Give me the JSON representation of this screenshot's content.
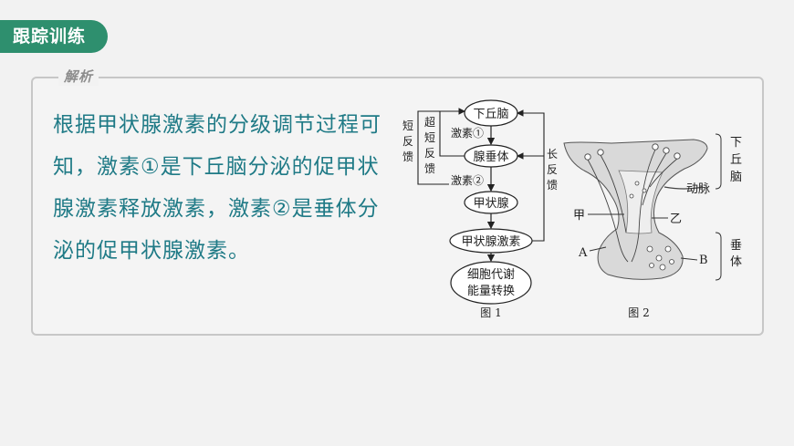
{
  "header": {
    "tag_label": "跟踪训练"
  },
  "panel": {
    "label": "解析",
    "explanation": "根据甲状腺激素的分级调节过程可知，激素①是下丘脑分泌的促甲状腺激素释放激素，激素②是垂体分泌的促甲状腺激素。"
  },
  "figure1": {
    "caption": "图 1",
    "nodes": {
      "hypothalamus": "下丘脑",
      "pituitary": "腺垂体",
      "thyroid": "甲状腺",
      "hormone": "甲状腺激素",
      "cell_line1": "细胞代谢",
      "cell_line2": "能量转换"
    },
    "hormone1": "激素①",
    "hormone2": "激素②",
    "short_feedback": [
      "短",
      "反",
      "馈"
    ],
    "ultra_short_feedback": [
      "超",
      "短",
      "反",
      "馈"
    ],
    "long_feedback": [
      "长",
      "反",
      "馈"
    ]
  },
  "figure2": {
    "caption": "图 2",
    "label_hypothalamus": [
      "下",
      "丘",
      "脑"
    ],
    "label_pituitary": [
      "垂",
      "体"
    ],
    "label_artery": "动脉",
    "label_jia": "甲",
    "label_yi": "乙",
    "label_a": "A",
    "label_b": "B"
  },
  "colors": {
    "accent_green": "#2e8f6e",
    "text_teal": "#1f7a86",
    "panel_border": "#c7c7c7"
  }
}
